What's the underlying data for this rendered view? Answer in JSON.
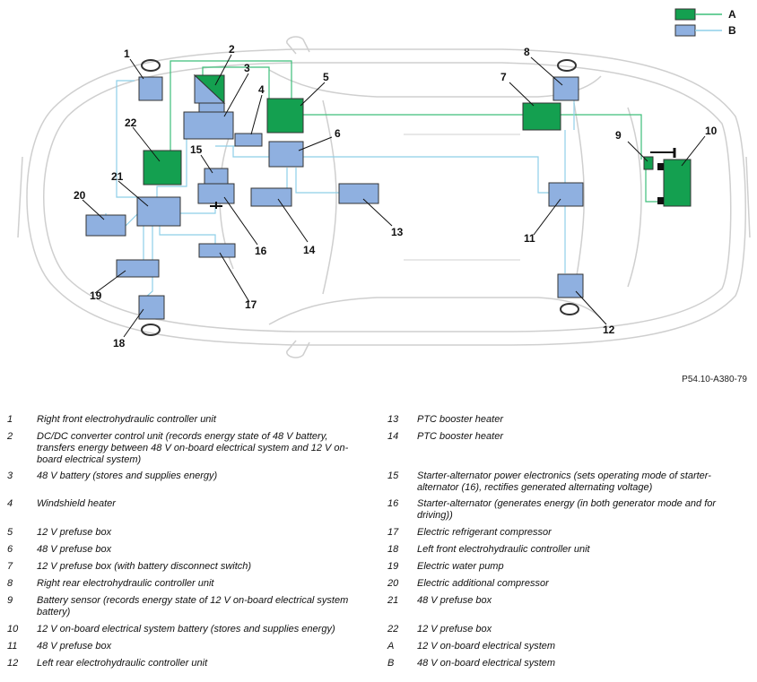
{
  "legend": [
    {
      "key": "A",
      "label": "12 V on-board electrical system",
      "color": "#14a050"
    },
    {
      "key": "B",
      "label": "48 V on-board electrical system",
      "color": "#8fb0e0"
    }
  ],
  "figure_code": "P54.10-A380-79",
  "callouts": [
    "1",
    "2",
    "3",
    "4",
    "5",
    "6",
    "7",
    "8",
    "9",
    "10",
    "11",
    "12",
    "13",
    "14",
    "15",
    "16",
    "17",
    "18",
    "19",
    "20",
    "21",
    "22"
  ],
  "colors": {
    "green": "#14a050",
    "blue_fill": "#8fb0e0",
    "blue_line": "#8ecfe8",
    "green_line": "#3dbf7a"
  },
  "captions_left": [
    {
      "k": "1",
      "v": "Right front electrohydraulic controller unit"
    },
    {
      "k": "2",
      "v": "DC/DC converter control unit (records energy state of 48 V battery, transfers energy between 48 V on-board electrical system and 12 V on-board electrical system)"
    },
    {
      "k": "3",
      "v": "48 V battery (stores and supplies energy)"
    },
    {
      "k": "4",
      "v": "Windshield heater"
    },
    {
      "k": "5",
      "v": "12 V prefuse box"
    },
    {
      "k": "6",
      "v": "48 V prefuse box"
    },
    {
      "k": "7",
      "v": "12 V prefuse box (with battery disconnect switch)"
    },
    {
      "k": "8",
      "v": "Right rear electrohydraulic controller unit"
    },
    {
      "k": "9",
      "v": "Battery sensor (records energy state of 12 V on-board electrical system battery)"
    },
    {
      "k": "10",
      "v": "12 V on-board electrical system battery (stores and supplies energy)"
    },
    {
      "k": "11",
      "v": "48 V prefuse box"
    },
    {
      "k": "12",
      "v": "Left rear electrohydraulic controller unit"
    }
  ],
  "captions_right": [
    {
      "k": "13",
      "v": "PTC booster heater"
    },
    {
      "k": "14",
      "v": "PTC booster heater"
    },
    {
      "k": "15",
      "v": "Starter-alternator power electronics (sets operating mode of starter-alternator (16), rectifies generated alternating voltage)"
    },
    {
      "k": "16",
      "v": "Starter-alternator (generates energy (in both generator mode and for driving))"
    },
    {
      "k": "17",
      "v": "Electric refrigerant compressor"
    },
    {
      "k": "18",
      "v": "Left front electrohydraulic controller unit"
    },
    {
      "k": "19",
      "v": "Electric water pump"
    },
    {
      "k": "20",
      "v": "Electric additional compressor"
    },
    {
      "k": "21",
      "v": "48 V prefuse box"
    },
    {
      "k": "22",
      "v": "12 V prefuse box"
    },
    {
      "k": "A",
      "v": "12 V on-board electrical system"
    },
    {
      "k": "B",
      "v": "48 V on-board electrical system"
    }
  ]
}
